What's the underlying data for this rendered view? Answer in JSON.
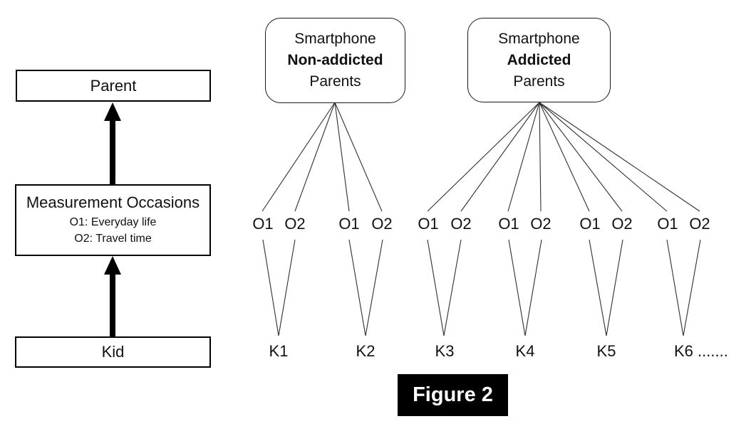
{
  "caption": {
    "label": "Figure 2"
  },
  "left_flow": {
    "parent_label": "Parent",
    "measurement": {
      "title": "Measurement Occasions",
      "occasion1": "O1: Everyday life",
      "occasion2": "O2: Travel time"
    },
    "kid_label": "Kid"
  },
  "groups": {
    "non_addicted": {
      "line1": "Smartphone",
      "line2": "Non-addicted",
      "line3": "Parents"
    },
    "addicted": {
      "line1": "Smartphone",
      "line2": "Addicted",
      "line3": "Parents"
    }
  },
  "occasions": {
    "labels": [
      "O1",
      "O2",
      "O1",
      "O2",
      "O1",
      "O2",
      "O1",
      "O2",
      "O1",
      "O2",
      "O1",
      "O2"
    ]
  },
  "kids": {
    "labels": [
      "K1",
      "K2",
      "K3",
      "K4",
      "K5",
      "K6 ......."
    ]
  },
  "colors": {
    "connector_line": "#303030",
    "box_border": "#000000",
    "arrow": "#000000",
    "caption_bg": "#000000",
    "caption_text": "#ffffff"
  }
}
